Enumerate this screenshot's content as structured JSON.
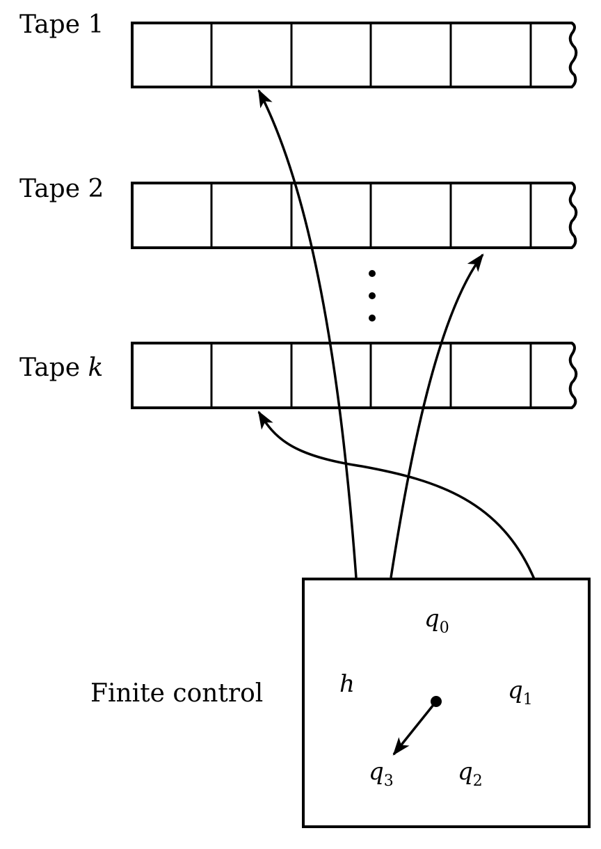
{
  "diagram": {
    "title": "Multi-tape Turing machine",
    "colors": {
      "ink": "#000000",
      "paper": "#ffffff"
    },
    "tapes": [
      {
        "label_text": "Tape ",
        "label_var": "1",
        "var_italic": false,
        "cells": 6,
        "open_right_end": true
      },
      {
        "label_text": "Tape ",
        "label_var": "2",
        "var_italic": false,
        "cells": 6,
        "open_right_end": true
      },
      {
        "label_text": "Tape ",
        "label_var": "k",
        "var_italic": true,
        "cells": 6,
        "open_right_end": true
      }
    ],
    "ellipsis": "vertical-dots",
    "heads": [
      {
        "from": "finite-control",
        "to_tape": "Tape 1",
        "cell_index": 2
      },
      {
        "from": "finite-control",
        "to_tape": "Tape 2",
        "cell_index": 5
      },
      {
        "from": "finite-control",
        "to_tape": "Tape k",
        "cell_index": 2
      }
    ],
    "finite_control": {
      "label": "Finite control",
      "states": [
        {
          "base": "q",
          "sub": "0"
        },
        {
          "base": "q",
          "sub": "1"
        },
        {
          "base": "q",
          "sub": "2"
        },
        {
          "base": "q",
          "sub": "3"
        },
        {
          "base": "h",
          "sub": ""
        }
      ],
      "pointer": {
        "from": "center",
        "to_state": "q3"
      }
    }
  }
}
